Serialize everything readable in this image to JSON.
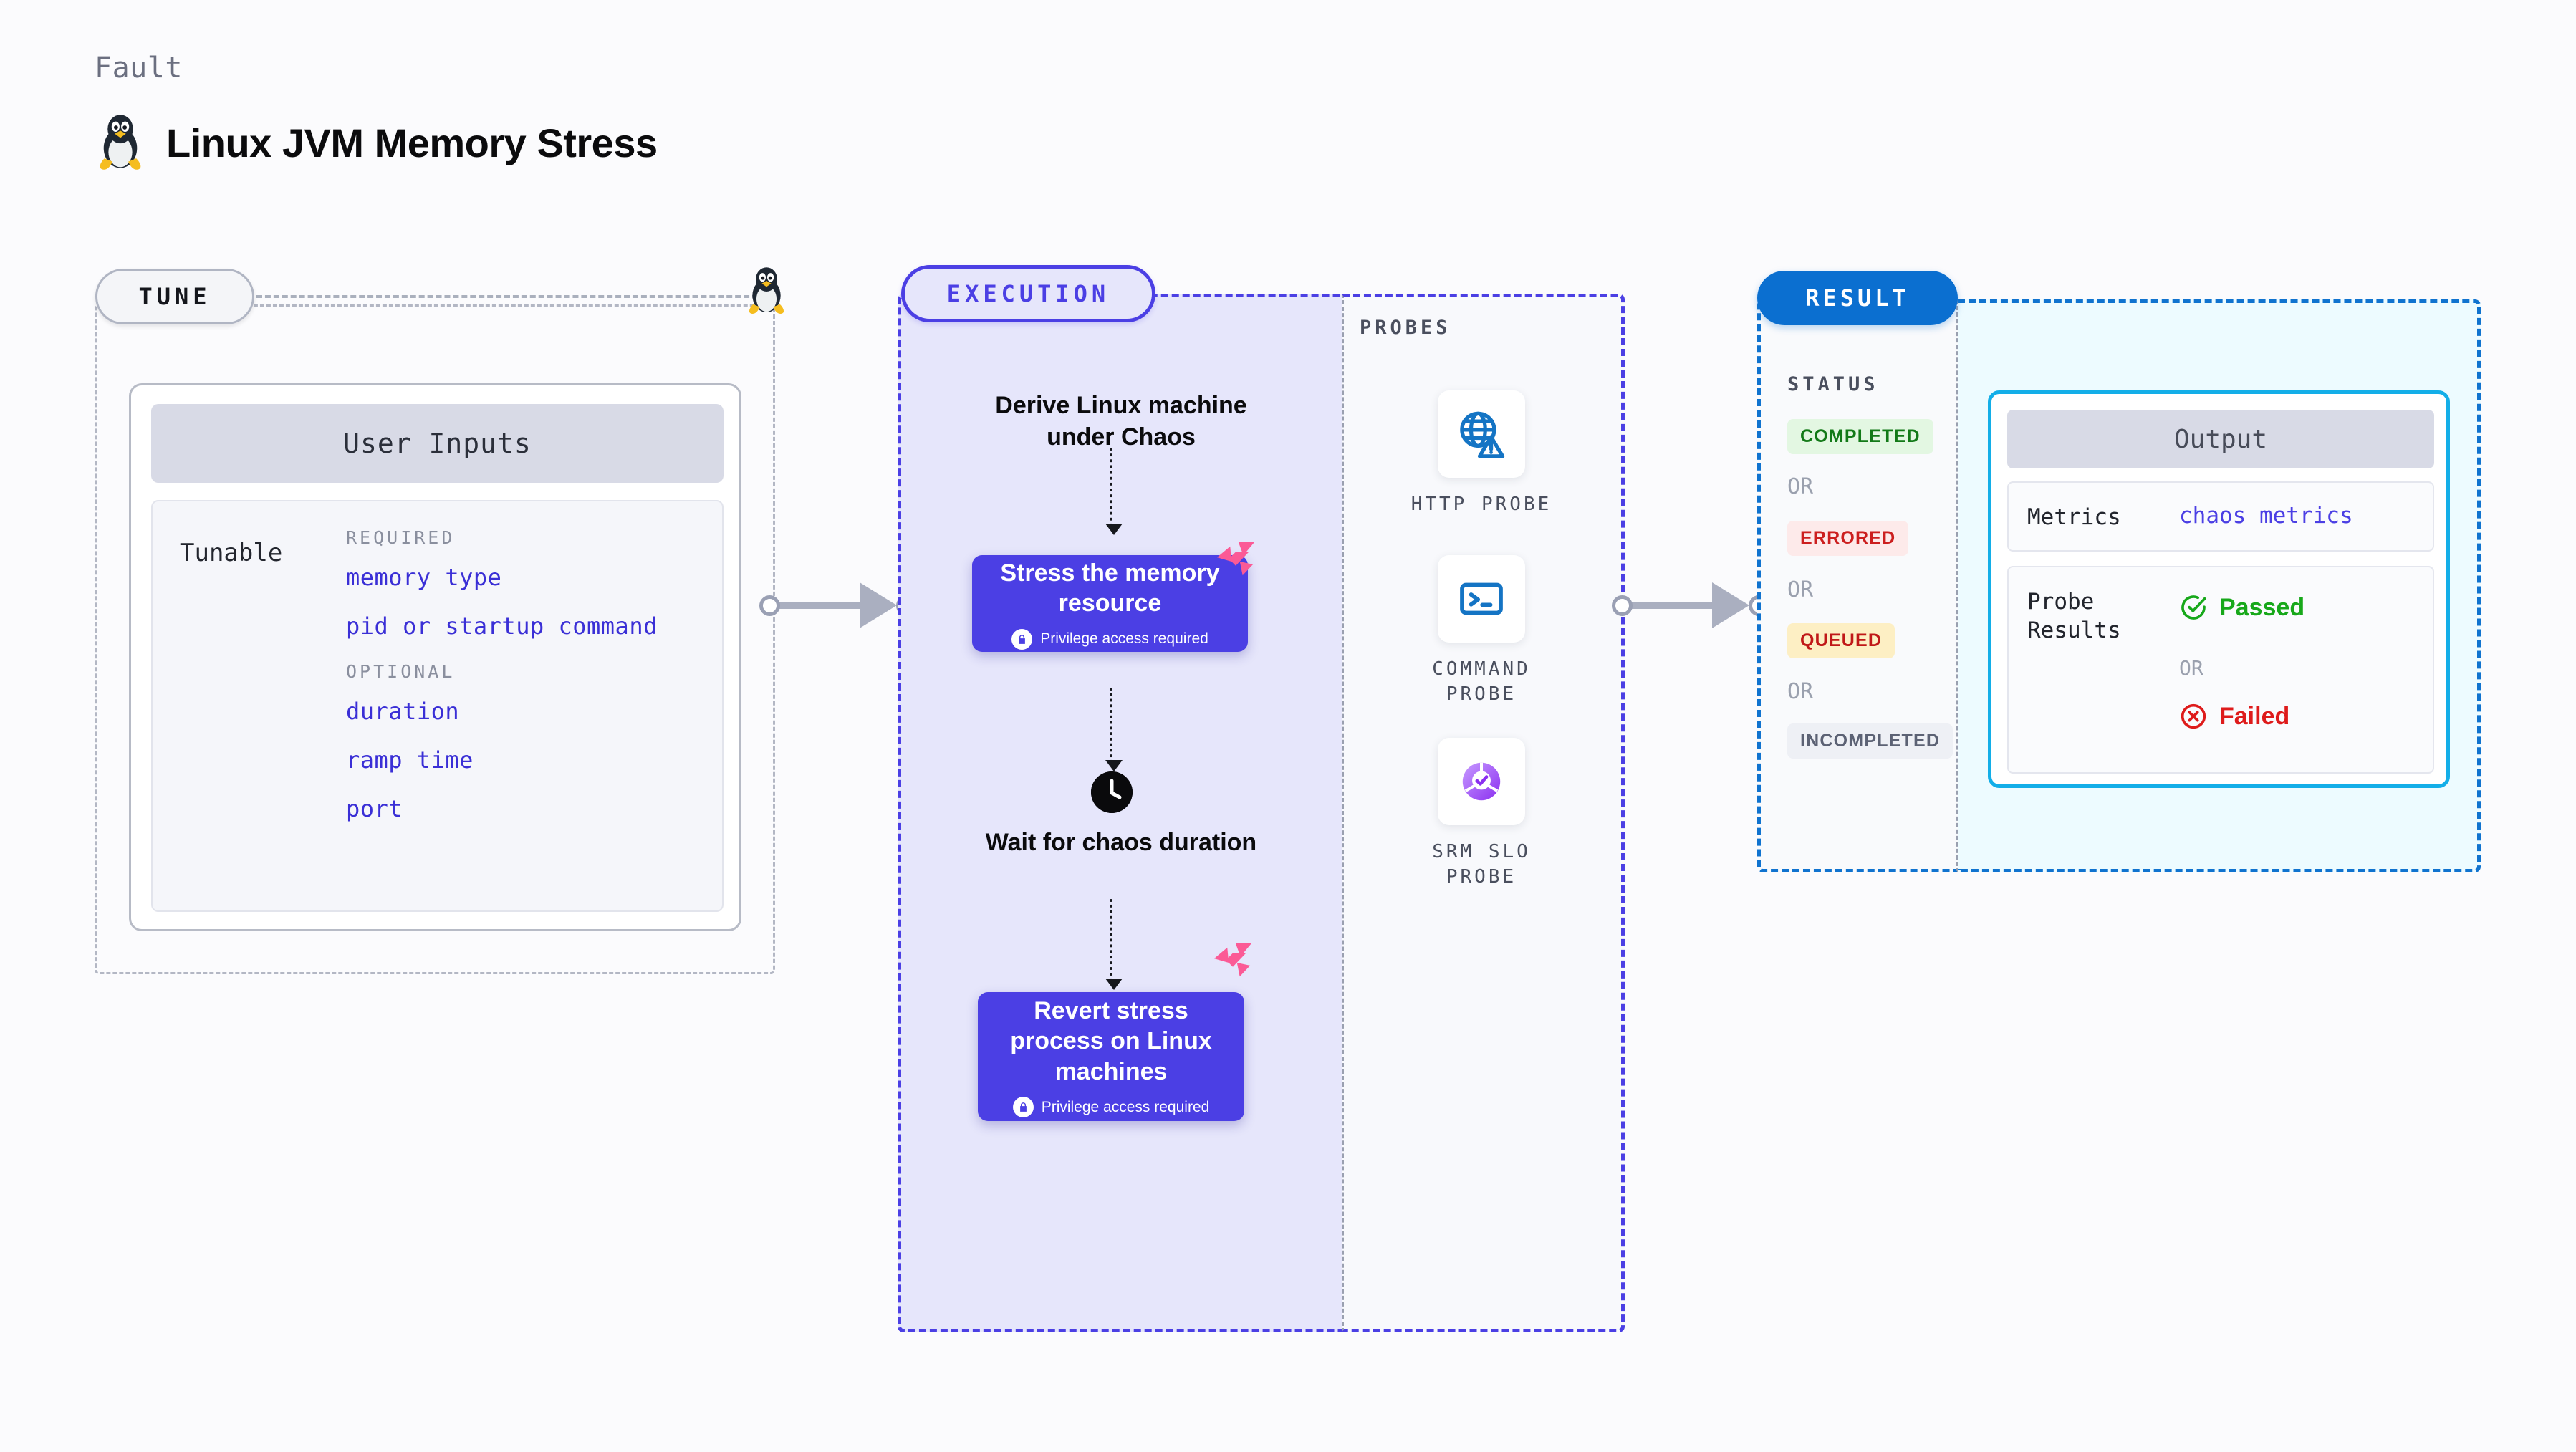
{
  "header": {
    "kicker": "Fault",
    "title": "Linux JVM Memory Stress",
    "os_icon": "linux-penguin-icon"
  },
  "tune": {
    "pill_label": "TUNE",
    "os_icon": "linux-penguin-icon",
    "card": {
      "title": "User Inputs",
      "row_label": "Tunable",
      "groups": [
        {
          "heading": "REQUIRED",
          "items": [
            "memory type",
            "pid or startup command"
          ]
        },
        {
          "heading": "OPTIONAL",
          "items": [
            "duration",
            "ramp time",
            "port"
          ]
        }
      ]
    }
  },
  "execution": {
    "pill_label": "EXECUTION",
    "steps": {
      "derive": "Derive Linux machine under Chaos",
      "stress_title": "Stress the memory resource",
      "stress_note": "Privilege access required",
      "wait": "Wait for chaos duration",
      "revert_title": "Revert stress process on Linux machines",
      "revert_note": "Privilege access required"
    },
    "icons": {
      "clock": "clock-icon",
      "lock": "lock-icon",
      "brand": "harness-logo-icon"
    }
  },
  "probes": {
    "label": "PROBES",
    "items": [
      {
        "name": "HTTP PROBE",
        "icon": "globe-warning-icon"
      },
      {
        "name": "COMMAND PROBE",
        "icon": "terminal-icon"
      },
      {
        "name": "SRM SLO PROBE",
        "icon": "slo-donut-check-icon"
      }
    ]
  },
  "result": {
    "pill_label": "RESULT",
    "status_label": "STATUS",
    "or_label": "OR",
    "statuses": [
      {
        "label": "COMPLETED",
        "bg": "#e3f7e2",
        "fg": "#137a18"
      },
      {
        "label": "ERRORED",
        "bg": "#fdeaea",
        "fg": "#cc1f1f"
      },
      {
        "label": "QUEUED",
        "bg": "#fdefc4",
        "fg": "#c01818"
      },
      {
        "label": "INCOMPLETED",
        "bg": "#eef0f5",
        "fg": "#5c6274"
      }
    ]
  },
  "output": {
    "title": "Output",
    "metrics_key": "Metrics",
    "metrics_value": "chaos metrics",
    "probe_results_key": "Probe Results",
    "passed_label": "Passed",
    "or_label": "OR",
    "failed_label": "Failed",
    "passed_icon": "check-circle-icon",
    "failed_icon": "x-circle-icon"
  },
  "colors": {
    "primary_purple": "#4b3fe4",
    "result_blue": "#0b6fd0",
    "output_cyan": "#13aee8",
    "brand_pink": "#fb5a96",
    "link_blue": "#3a2fd6"
  }
}
